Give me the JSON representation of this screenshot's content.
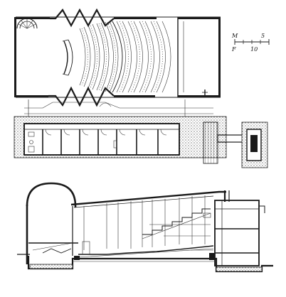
{
  "drawing": {
    "plan": {
      "scale_bar": {
        "unit_top": "M",
        "unit_bottom": "F",
        "value_top": "5",
        "value_bottom": "10"
      }
    }
  },
  "colors": {
    "ink": "#1a1a1a",
    "paper": "#ffffff"
  }
}
